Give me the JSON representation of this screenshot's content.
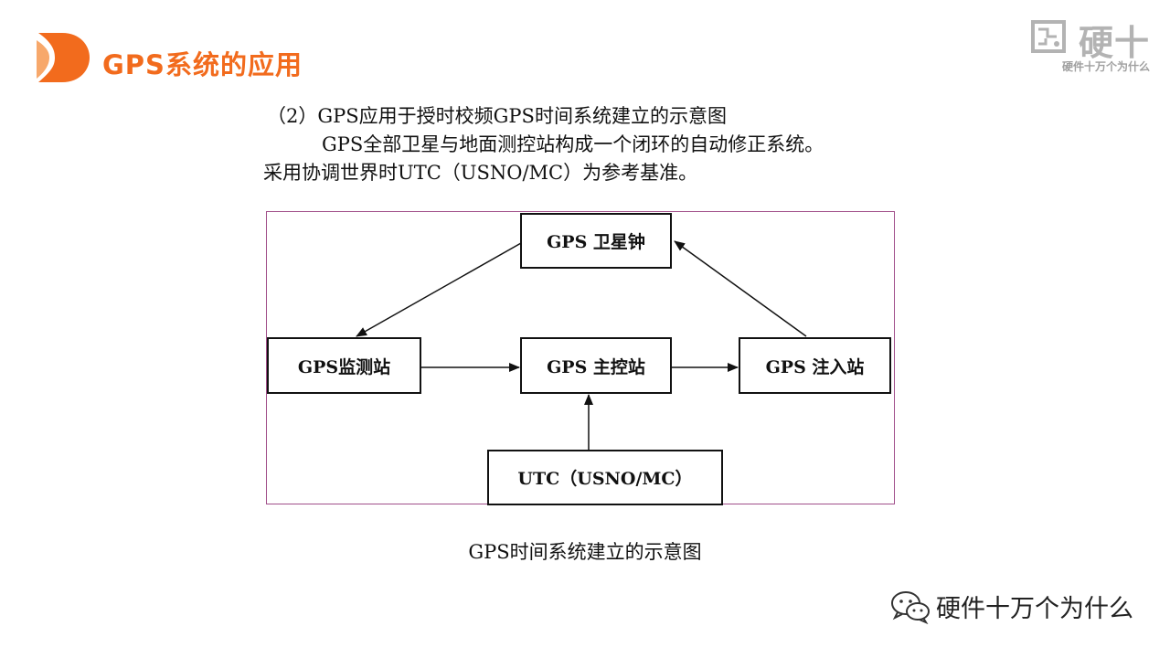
{
  "header": {
    "title": "GPS系统的应用",
    "brand_name": "硬十",
    "brand_tagline": "硬件十万个为什么"
  },
  "intro": {
    "line1": "（2）GPS应用于授时校频GPS时间系统建立的示意图",
    "line2": "GPS全部卫星与地面测控站构成一个闭环的自动修正系统。",
    "line3": "采用协调世界时UTC（USNO/MC）为参考基准。"
  },
  "diagram": {
    "nodes": {
      "satellite_clock": "GPS 卫星钟",
      "monitor_station": "GPS监测站",
      "master_control": "GPS 主控站",
      "injection_station": "GPS 注入站",
      "utc": "UTC（USNO/MC）"
    },
    "edges": [
      [
        "satellite_clock",
        "monitor_station"
      ],
      [
        "monitor_station",
        "master_control"
      ],
      [
        "master_control",
        "injection_station"
      ],
      [
        "injection_station",
        "satellite_clock"
      ],
      [
        "utc",
        "master_control"
      ]
    ],
    "frame_color": "#a14f8a"
  },
  "caption": "GPS时间系统建立的示意图",
  "watermark": {
    "text": "硬件十万个为什么",
    "icon": "wechat-icon"
  },
  "colors": {
    "accent": "#f26b1d",
    "brand_gray": "#b3b3b3"
  }
}
